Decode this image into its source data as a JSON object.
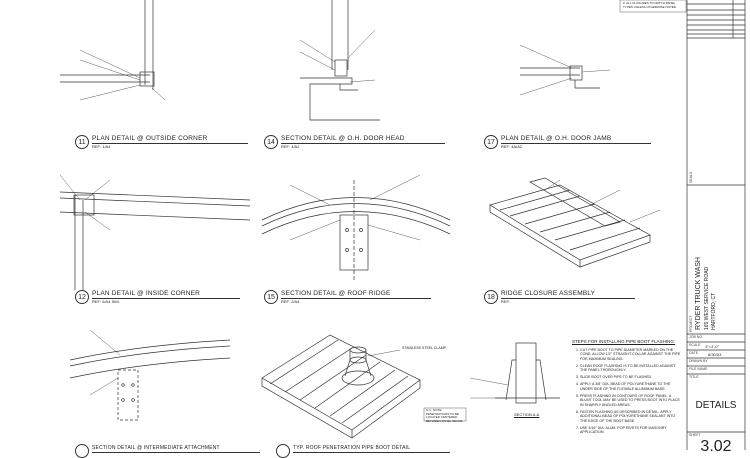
{
  "details": [
    {
      "number": "11",
      "title": "PLAN DETAIL @ OUTSIDE CORNER",
      "ref": "REF: 1/A4"
    },
    {
      "number": "14",
      "title": "SECTION DETAIL @ O.H. DOOR HEAD",
      "ref": "REF: 4/A2"
    },
    {
      "number": "17",
      "title": "PLAN DETAIL @ O.H. DOOR JAMB",
      "ref": "REF: 4A/A2"
    },
    {
      "number": "12",
      "title": "PLAN DETAIL @ INSIDE CORNER",
      "ref": "REF: 5/A4 SIM."
    },
    {
      "number": "15",
      "title": "SECTION DETAIL @ ROOF RIDGE",
      "ref": "REF: 2/A4"
    },
    {
      "number": "18",
      "title": "RIDGE CLOSURE ASSEMBLY",
      "ref": "REF:"
    },
    {
      "number": "",
      "title": "SECTION DETAIL @ INTERMEDIATE ATTACHMENT",
      "ref": ""
    },
    {
      "number": "",
      "title": "TYP. ROOF PENETRATION PIPE BOOT DETAIL",
      "ref": ""
    }
  ],
  "section_label": "SECTION A-A",
  "pipe_labels": {
    "clamp": "STAINLESS STEEL CLAMP",
    "note": "G.C. NOTE: PENETRATIONS TO BE LOCATED CENTERED BETWEEN PANEL SEAMS"
  },
  "notes": {
    "heading": "STEPS FOR INSTALLING PIPE BOOT FLASHING:",
    "steps": [
      "CUT PIPE BOOT TO PIPE DIAMETER MARKED ON THE CONE. ALLOW 1/2\" STRAIGHT COLLAR AGAINST THE PIPE FOR MAXIMUM SEALING.",
      "CLEAN ROOF FLASHING IS TO BE INSTALLED AGAINST THE PANEL THOROUGHLY.",
      "SLIDE BOOT OVER PIPE TO BE FLASHED.",
      "APPLY A 3/8\" DIA. BEAD OF POLYURETHANE TO THE UNDER SIDE OF THE FLEXIBLE ALUMINUM BASE.",
      "PRESS FLASHING IN CONTOURS OF ROOF PANEL. A BLUNT TOOL MAY BE USED TO PRESS BOOT INTO PLACE IN SHARPLY ANGLED AREAS.",
      "FASTEN FLASHING AS DESCRIBED IN DETAIL. APPLY ADDITIONAL BEAD OF POLYURETHANE SEALANT INTO THE EDGE OF THE BOOT BASE.",
      "USE 3/16\" DIA. ALUM. POP RIVETS FOR MASONRY APPLICATION."
    ]
  },
  "top_note": "2. ALL CLOSURES TO MATCH PANEL TYPES UNLESS OTHERWISE NOTED.",
  "title_block": {
    "seals_label": "SEALS",
    "project_label": "PROJECT",
    "project_name": "RYDER TRUCK WASH",
    "address": "165 WEST SERVICE ROAD",
    "city": "HARTFORD, CT",
    "job_no_label": "JOB NO.",
    "scale_label": "SCALE",
    "scale": "3\"=1'-0\"",
    "date_label": "DATE",
    "date": "6/30/03",
    "drawn_by_label": "DRAWN BY",
    "file_name_label": "FILE NAME",
    "title_label": "TITLE",
    "title": "DETAILS",
    "sheet_label": "SHEET",
    "sheet": "3.02"
  }
}
